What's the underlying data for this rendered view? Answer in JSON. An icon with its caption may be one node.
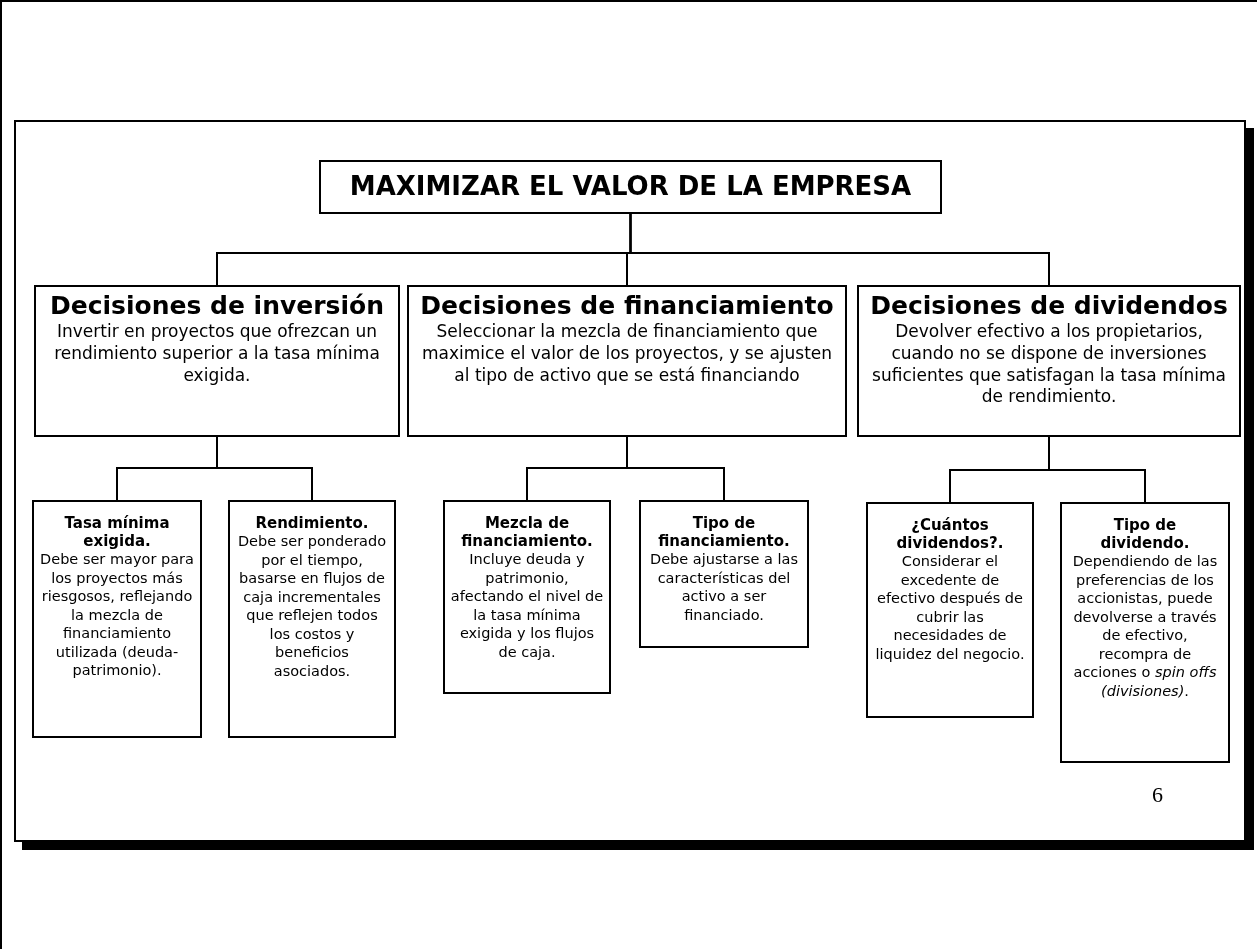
{
  "diagram": {
    "nodes": [
      {
        "text": [
          "MAXIMIZAR EL VALOR DE LA EMPRESA"
        ]
      },
      {
        "text": [
          "Decisiones de inversión",
          "Invertir en proyectos que ofrezcan un rendimiento superior a la tasa mínima exigida."
        ]
      },
      {
        "text": [
          "Decisiones de financiamiento",
          "Seleccionar la mezcla de financiamiento que maximice el valor de los proyectos, y se ajusten al tipo de activo que se está financiando"
        ]
      },
      {
        "text": [
          "Decisiones de dividendos",
          "Devolver efectivo a los propietarios, cuando no se dispone de inversiones suficientes que satisfagan la tasa mínima de rendimiento."
        ]
      },
      {
        "text": [
          "Tasa mínima exigida.",
          "Debe ser mayor para los proyectos más riesgosos, reflejando la mezcla de financiamiento utilizada (deuda-patrimonio)."
        ]
      },
      {
        "text": [
          "Rendimiento.",
          "Debe ser ponderado por el tiempo, basarse en flujos de caja incrementales que reflejen todos los costos y beneficios asociados."
        ]
      },
      {
        "text": [
          "Mezcla de financiamiento.",
          "Incluye deuda y patrimonio, afectando el nivel de la tasa mínima exigida y los flujos de caja."
        ]
      },
      {
        "text": [
          "Tipo de financiamiento.",
          "Debe ajustarse a las características del activo a ser financiado."
        ]
      },
      {
        "text": [
          "¿Cuántos dividendos?.",
          "Considerar el excedente de efectivo después de cubrir las necesidades de liquidez del negocio."
        ]
      },
      {
        "text": [
          "Tipo de dividendo.",
          "Dependiendo de las preferencias de los accionistas, puede devolverse a través de efectivo, recompra de acciones o *spin offs (divisiones)*."
        ]
      }
    ],
    "edges": [
      {
        "from": 0,
        "to": 1,
        "arrow": "none"
      },
      {
        "from": 0,
        "to": 2,
        "arrow": "none"
      },
      {
        "from": 0,
        "to": 3,
        "arrow": "none"
      },
      {
        "from": 1,
        "to": 4,
        "arrow": "none"
      },
      {
        "from": 1,
        "to": 5,
        "arrow": "none"
      },
      {
        "from": 2,
        "to": 6,
        "arrow": "none"
      },
      {
        "from": 2,
        "to": 7,
        "arrow": "none"
      },
      {
        "from": 3,
        "to": 8,
        "arrow": "none"
      },
      {
        "from": 3,
        "to": 9,
        "arrow": "none"
      }
    ],
    "labels": [
      "6"
    ]
  }
}
